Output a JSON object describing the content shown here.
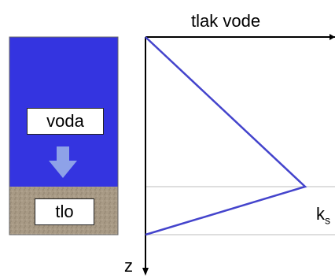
{
  "title": "tlak vode",
  "column": {
    "water_label": "voda",
    "soil_label": "tlo"
  },
  "axis": {
    "z_label": "z",
    "k_label": "k",
    "k_subscript": "s"
  },
  "colors": {
    "water": "#3434E0",
    "soil": "#A89A85",
    "arrow": "#8EA2E8",
    "pressure_line": "#4444CC",
    "axis": "#000000",
    "guide_lines": "#BDBDBD"
  }
}
